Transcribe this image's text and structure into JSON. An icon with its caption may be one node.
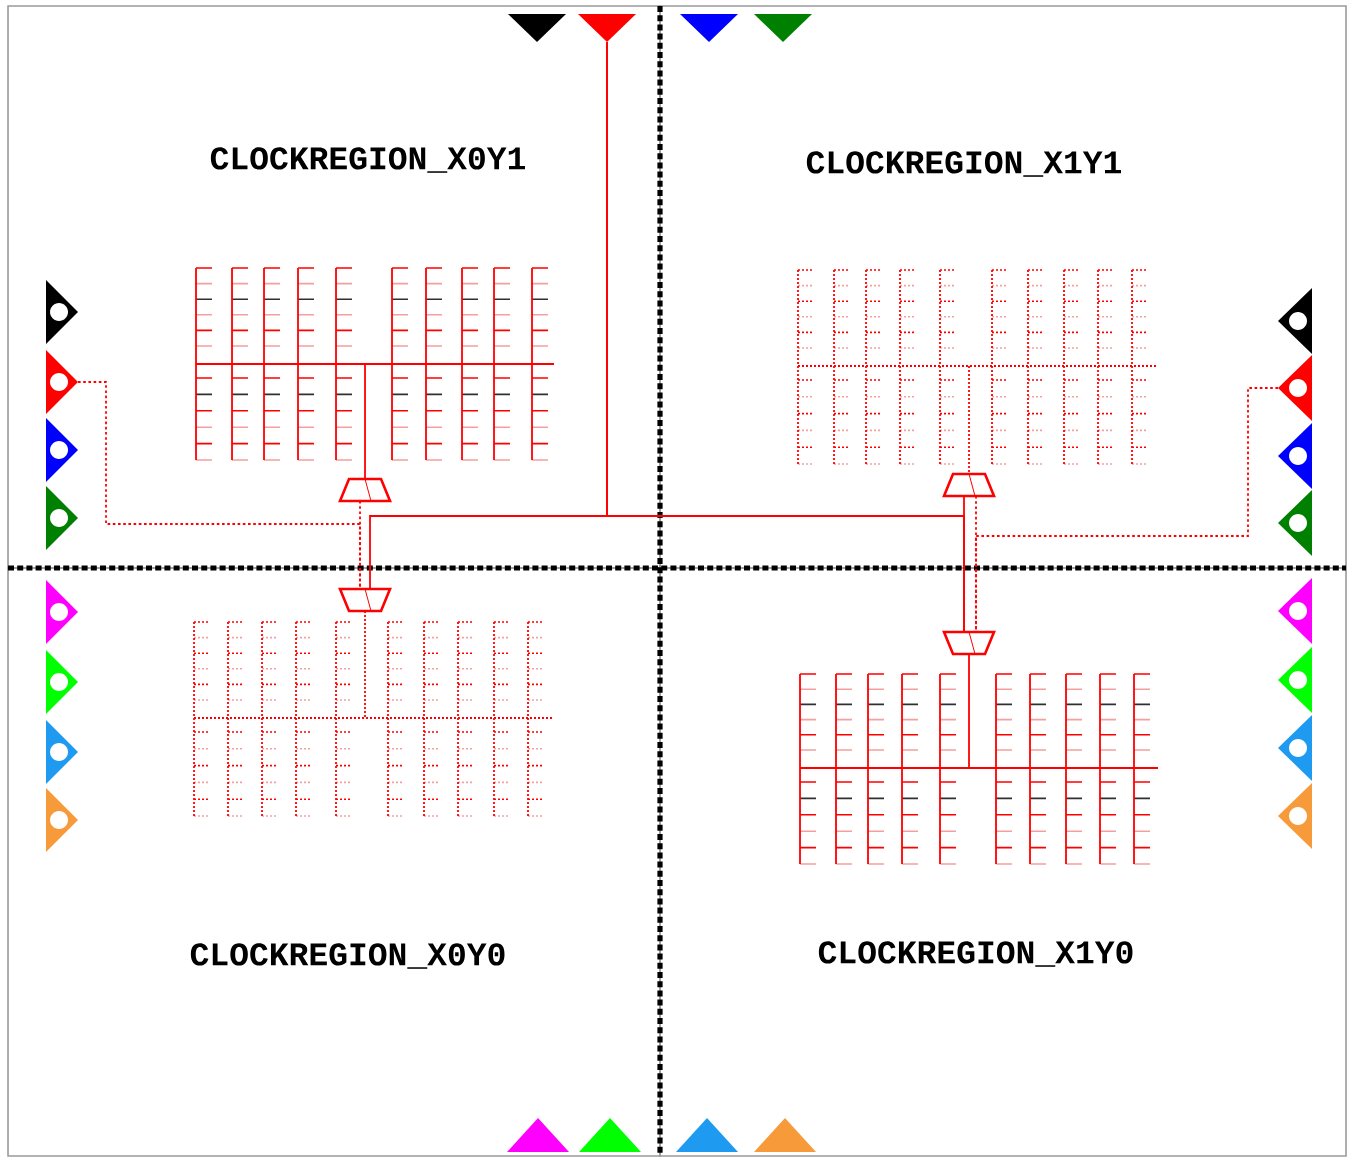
{
  "diagram": {
    "nodes": [
      {
        "text": [
          "CLOCKREGION_X0Y1"
        ]
      },
      {
        "text": [],
        "shape": "triangle",
        "in": 0
      },
      {
        "text": [],
        "shape": "triangle",
        "in": 0
      },
      {
        "text": [],
        "shape": "triangle",
        "in": 0
      },
      {
        "text": [],
        "shape": "triangle",
        "in": 0
      },
      {
        "text": [],
        "shape": "triangle",
        "in": 0
      },
      {
        "text": [],
        "shape": "triangle",
        "in": 0
      },
      {
        "text": [],
        "shape": "trapezoid",
        "in": 0
      },
      {
        "text": [
          "CLOCKREGION_X1Y1"
        ]
      },
      {
        "text": [],
        "shape": "triangle",
        "in": 8
      },
      {
        "text": [],
        "shape": "triangle",
        "in": 8
      },
      {
        "text": [],
        "shape": "triangle",
        "in": 8
      },
      {
        "text": [],
        "shape": "triangle",
        "in": 8
      },
      {
        "text": [],
        "shape": "triangle",
        "in": 8
      },
      {
        "text": [],
        "shape": "triangle",
        "in": 8
      },
      {
        "text": [],
        "shape": "trapezoid",
        "in": 8
      },
      {
        "text": [
          "CLOCKREGION_X0Y0"
        ]
      },
      {
        "text": [],
        "shape": "trapezoid",
        "in": 16
      },
      {
        "text": [],
        "shape": "triangle",
        "in": 16
      },
      {
        "text": [],
        "shape": "triangle",
        "in": 16
      },
      {
        "text": [],
        "shape": "triangle",
        "in": 16
      },
      {
        "text": [],
        "shape": "triangle",
        "in": 16
      },
      {
        "text": [],
        "shape": "triangle",
        "in": 16
      },
      {
        "text": [],
        "shape": "triangle",
        "in": 16
      },
      {
        "text": [
          "CLOCKREGION_X1Y0"
        ]
      },
      {
        "text": [],
        "shape": "trapezoid",
        "in": 24
      },
      {
        "text": [],
        "shape": "triangle",
        "in": 24
      },
      {
        "text": [],
        "shape": "triangle",
        "in": 24
      },
      {
        "text": [],
        "shape": "triangle",
        "in": 24
      },
      {
        "text": [],
        "shape": "triangle",
        "in": 24
      },
      {
        "text": [],
        "shape": "triangle",
        "in": 24
      },
      {
        "text": [],
        "shape": "triangle",
        "in": 24
      }
    ],
    "edges": [
      {
        "from": 2,
        "to": 17,
        "arrow": "none"
      },
      {
        "from": 2,
        "to": 25,
        "arrow": "none"
      },
      {
        "from": 15,
        "to": 25,
        "arrow": "none"
      },
      {
        "from": 4,
        "to": 17,
        "arrow": "none",
        "style": "dashed"
      },
      {
        "from": 7,
        "to": 17,
        "arrow": "none",
        "style": "dashed"
      },
      {
        "from": 12,
        "to": 25,
        "arrow": "none",
        "style": "dashed"
      },
      {
        "from": 15,
        "to": 25,
        "arrow": "none",
        "style": "dashed"
      }
    ]
  }
}
